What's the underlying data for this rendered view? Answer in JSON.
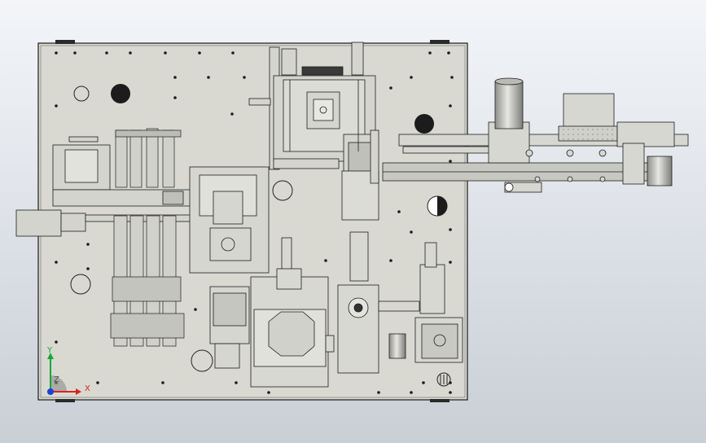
{
  "scene": {
    "background_top": "#f3f5f9",
    "background_bottom": "#c9cfd6",
    "plate_color": "#d9d9d2",
    "plate_edge": "#1a1a1a",
    "line_color": "#1e1e1e",
    "hole_color": "#1c1c1c"
  },
  "triad": {
    "x_label": "X",
    "y_label": "Y",
    "z_label": "Z",
    "x_color": "#d8261d",
    "y_color": "#18a63a",
    "z_color": "#1e3fd8"
  }
}
